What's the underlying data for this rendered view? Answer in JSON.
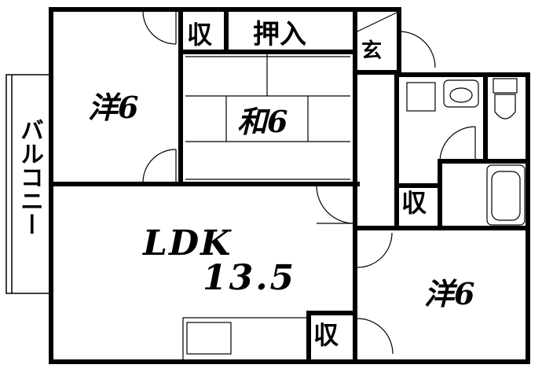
{
  "rooms": {
    "western_room_1": "洋6",
    "japanese_room": "和6",
    "western_room_2": "洋6",
    "ldk_label": "LDK",
    "ldk_area": "13.5"
  },
  "storage": {
    "closet_top": "収",
    "closet_mid": "収",
    "closet_bottom": "収",
    "oshiire": "押入"
  },
  "entrance": "玄",
  "balcony": "バルコニー"
}
